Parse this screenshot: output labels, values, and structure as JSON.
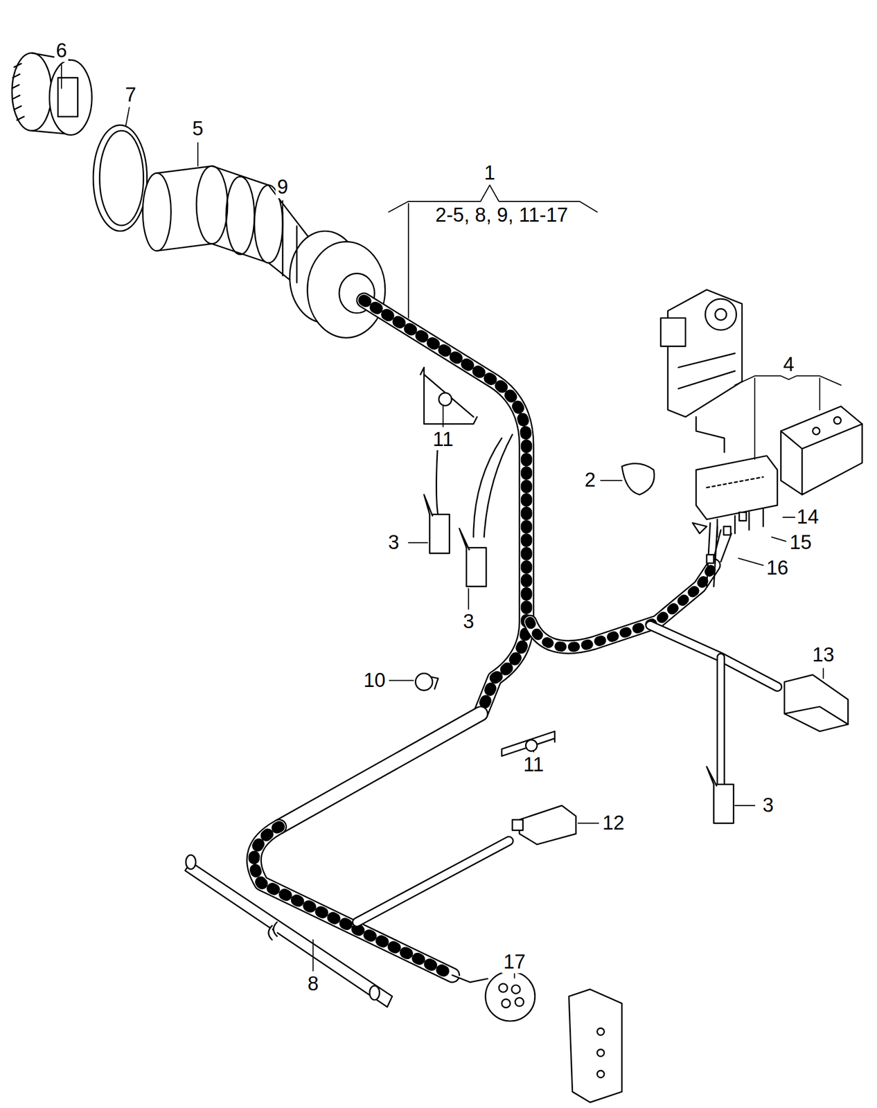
{
  "diagram": {
    "labels": [
      "6",
      "7",
      "5",
      "9",
      "1",
      "2-5, 8, 9, 11-17",
      "11",
      "4",
      "2",
      "14",
      "15",
      "16",
      "3",
      "3",
      "13",
      "10",
      "11",
      "3",
      "12",
      "17",
      "8"
    ]
  }
}
